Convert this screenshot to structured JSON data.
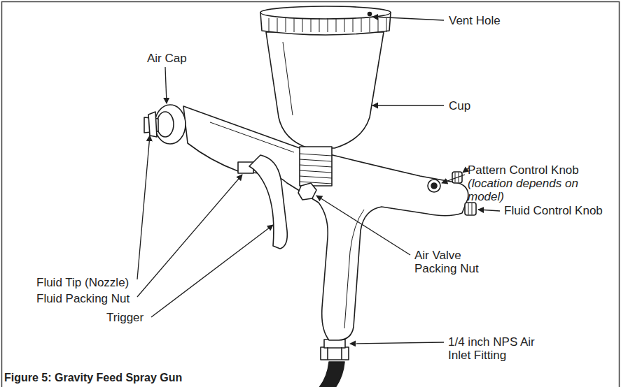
{
  "diagram": {
    "caption": "Figure 5: Gravity Feed Spray Gun",
    "labels": [
      "Vent Hole",
      "Cup",
      "Air Cap",
      "Pattern Control Knob",
      "(location depends on model)",
      "Fluid Control Knob",
      "Fluid Tip (Nozzle)",
      "Fluid Packing Nut",
      "Trigger",
      "Air Valve Packing Nut",
      "1/4 inch NPS Air Inlet Fitting"
    ]
  }
}
